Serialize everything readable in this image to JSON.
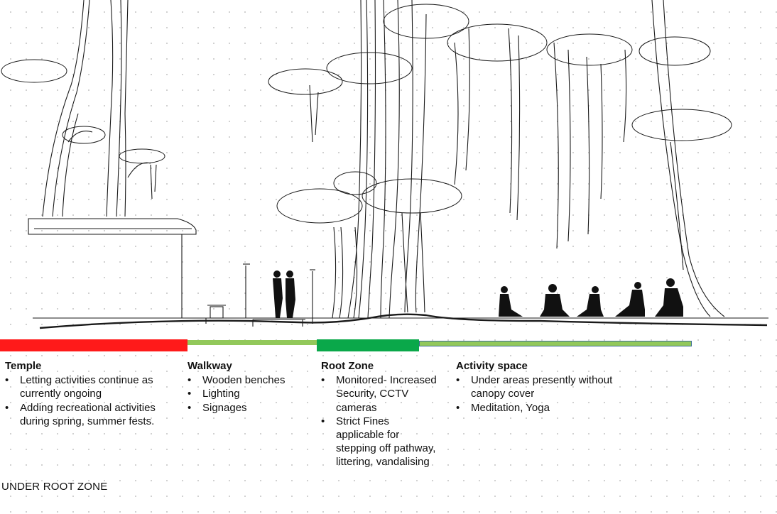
{
  "colors": {
    "temple": "#ff1a1a",
    "walkway": "#92c85a",
    "root_zone": "#0aa84a",
    "activity_space": "#92c85a",
    "activity_border": "#3f6f95"
  },
  "zones": [
    {
      "title": "Temple",
      "items": [
        "Letting activities continue as currently ongoing",
        "Adding recreational activities during spring, summer fests."
      ]
    },
    {
      "title": "Walkway",
      "items": [
        "Wooden benches",
        "Lighting",
        "Signages"
      ]
    },
    {
      "title": "Root Zone",
      "items": [
        "Monitored- Increased Security, CCTV cameras",
        "Strict Fines applicable for stepping off pathway, littering, vandalising"
      ]
    },
    {
      "title": "Activity space",
      "items": [
        "Under areas presently without canopy cover",
        "Meditation, Yoga"
      ]
    }
  ],
  "caption": "UNDER ROOT ZONE"
}
